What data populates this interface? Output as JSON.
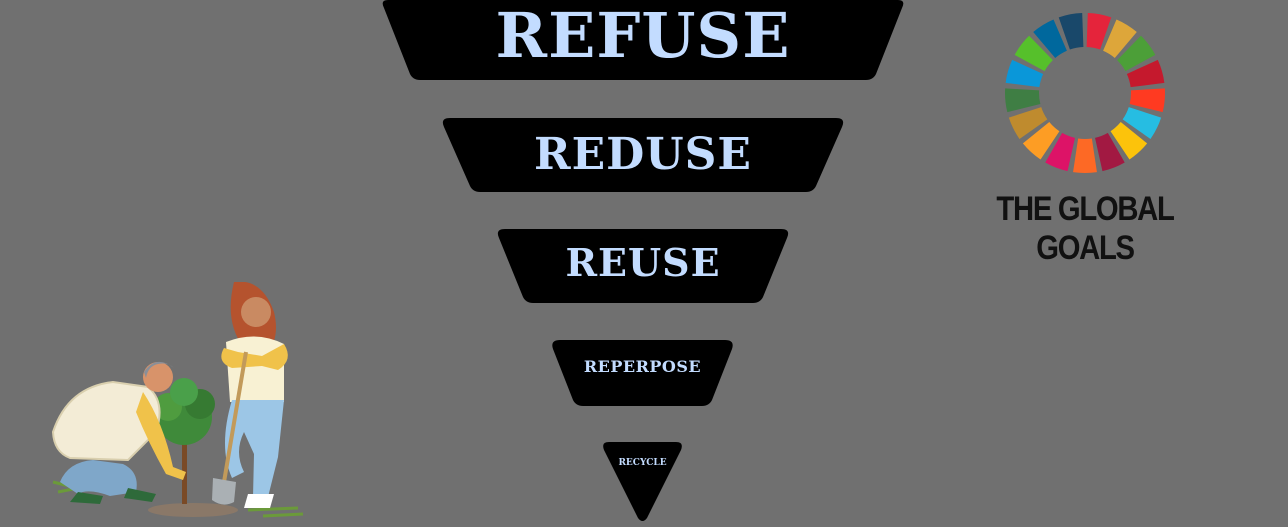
{
  "hierarchy": {
    "tiers": [
      {
        "label": "REFUSE"
      },
      {
        "label": "REDUSE"
      },
      {
        "label": "REUSE"
      },
      {
        "label": "REPERPOSE"
      },
      {
        "label": "RECYCLE"
      }
    ],
    "tier_color": "#000000",
    "label_color": "#c3dcff"
  },
  "logo": {
    "text": "THE GLOBAL GOALS",
    "wheel_colors": [
      "#e5243b",
      "#dda63a",
      "#4c9f38",
      "#c5192d",
      "#ff3a21",
      "#26bde2",
      "#fcc30b",
      "#a21942",
      "#fd6925",
      "#dd1367",
      "#fd9d24",
      "#bf8b2e",
      "#3f7e44",
      "#0a97d9",
      "#56c02b",
      "#00689d",
      "#19486a"
    ]
  },
  "illustration": {
    "name": "people planting a tree"
  },
  "background_color": "#707070"
}
